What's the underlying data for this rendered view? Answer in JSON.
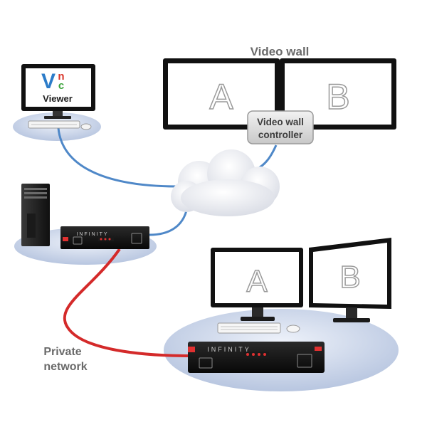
{
  "labels": {
    "video_wall": "Video wall",
    "controller_line1": "Video wall",
    "controller_line2": "controller",
    "private_line1": "Private",
    "private_line2": "network"
  },
  "screens": {
    "wall_left": "A",
    "wall_right": "B",
    "desk_left": "A",
    "desk_right": "B"
  },
  "vnc": {
    "logo_v": "V",
    "logo_n": "n",
    "logo_c": "c",
    "label": "Viewer"
  },
  "devices": {
    "brand": "INFINITY"
  },
  "colors": {
    "cable_blue": "#4f88c8",
    "cable_red": "#d42a2a",
    "platform": "#c7d2e8",
    "cloud": "#eef0f5",
    "bezel": "#111111",
    "vnc_v": "#2c7cc9",
    "vnc_n": "#d9362a",
    "vnc_c": "#3aa33a",
    "led": "#e03030"
  }
}
